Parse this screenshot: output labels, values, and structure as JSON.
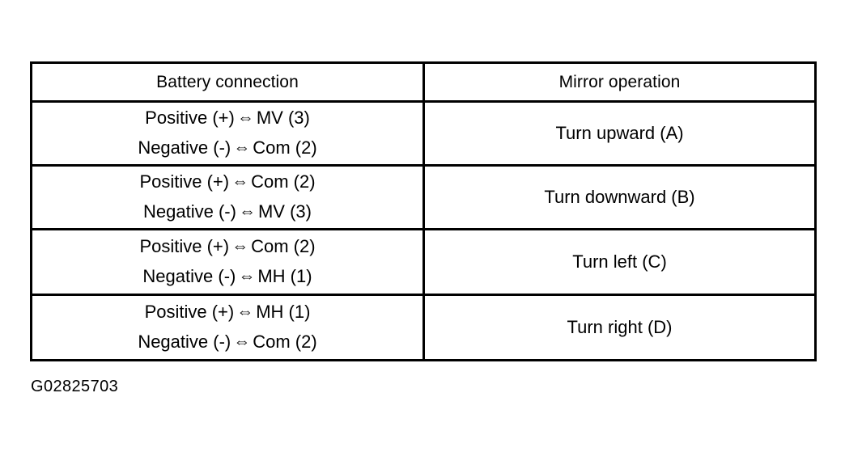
{
  "figure": {
    "caption": "G02825703",
    "arrow_symbol": "⇔"
  },
  "table": {
    "headers": {
      "battery": "Battery connection",
      "mirror": "Mirror operation"
    },
    "rows": [
      {
        "connection_line1_prefix": "Positive (+)",
        "connection_line1_target": "MV (3)",
        "connection_line2_prefix": "Negative (-)",
        "connection_line2_target": "Com (2)",
        "operation": "Turn upward (A)"
      },
      {
        "connection_line1_prefix": "Positive (+)",
        "connection_line1_target": "Com (2)",
        "connection_line2_prefix": "Negative (-)",
        "connection_line2_target": "MV (3)",
        "operation": "Turn downward (B)"
      },
      {
        "connection_line1_prefix": "Positive (+)",
        "connection_line1_target": "Com (2)",
        "connection_line2_prefix": "Negative (-)",
        "connection_line2_target": "MH (1)",
        "operation": "Turn left (C)"
      },
      {
        "connection_line1_prefix": "Positive (+)",
        "connection_line1_target": "MH (1)",
        "connection_line2_prefix": "Negative (-)",
        "connection_line2_target": "Com (2)",
        "operation": "Turn right (D)"
      }
    ]
  },
  "colors": {
    "border": "#000000",
    "text": "#000000",
    "background": "#ffffff"
  }
}
